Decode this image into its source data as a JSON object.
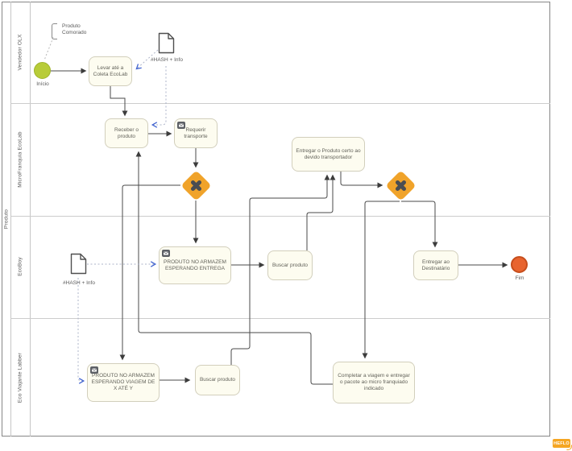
{
  "pool": {
    "label": "Produto"
  },
  "lanes": [
    {
      "label": "Vendedor OLX"
    },
    {
      "label": "MicroFranquia EcoLab"
    },
    {
      "label": "EcoBoy"
    },
    {
      "label": "Eco Viajante Labber"
    }
  ],
  "nodes": {
    "inicio": {
      "type": "start-event",
      "label": "Início"
    },
    "annotation": {
      "type": "text-annotation",
      "label": "Produto Comorado"
    },
    "doc_vendedor": {
      "type": "data-object",
      "label": "#HASH + Info"
    },
    "levar": {
      "type": "task",
      "label": "Levar até a Coleta EcoLab"
    },
    "receber": {
      "type": "task",
      "label": "Receber o produto"
    },
    "requerir": {
      "type": "message-task",
      "label": "Requerir transporte"
    },
    "gateway1": {
      "type": "exclusive-gateway",
      "label": ""
    },
    "entregar_certo": {
      "type": "task",
      "label": "Entregar o Produto certo ao devido transportador"
    },
    "gateway2": {
      "type": "exclusive-gateway",
      "label": ""
    },
    "doc_ecoboy": {
      "type": "data-object",
      "label": "#HASH + Info"
    },
    "armazem_entrega": {
      "type": "message-task",
      "label": "PRODUTO NO ARMAZEM ESPERANDO ENTREGA"
    },
    "buscar_ecoboy": {
      "type": "task",
      "label": "Buscar produto"
    },
    "entregar_dest": {
      "type": "task",
      "label": "Entregar ao Destinatário"
    },
    "fim": {
      "type": "end-event",
      "label": "Fim"
    },
    "armazem_viagem": {
      "type": "message-task",
      "label": "PRODUTO NO ARMAZEM ESPERANDO VIAGEM DE X ATÉ Y"
    },
    "buscar_viajante": {
      "type": "task",
      "label": "Buscar produto"
    },
    "completar": {
      "type": "task",
      "label": "Completar a viagem e entregar o pacote ao micro franquiado indicado"
    }
  },
  "watermark": {
    "label": "HEFLO"
  },
  "colors": {
    "gateway": "#F0A32A",
    "start_event": "#B8CC39",
    "end_event": "#E8642F",
    "task_fill": "#FDFCF0",
    "message_flow_arrow": "#3F62D0",
    "watermark": "#F5A623"
  }
}
